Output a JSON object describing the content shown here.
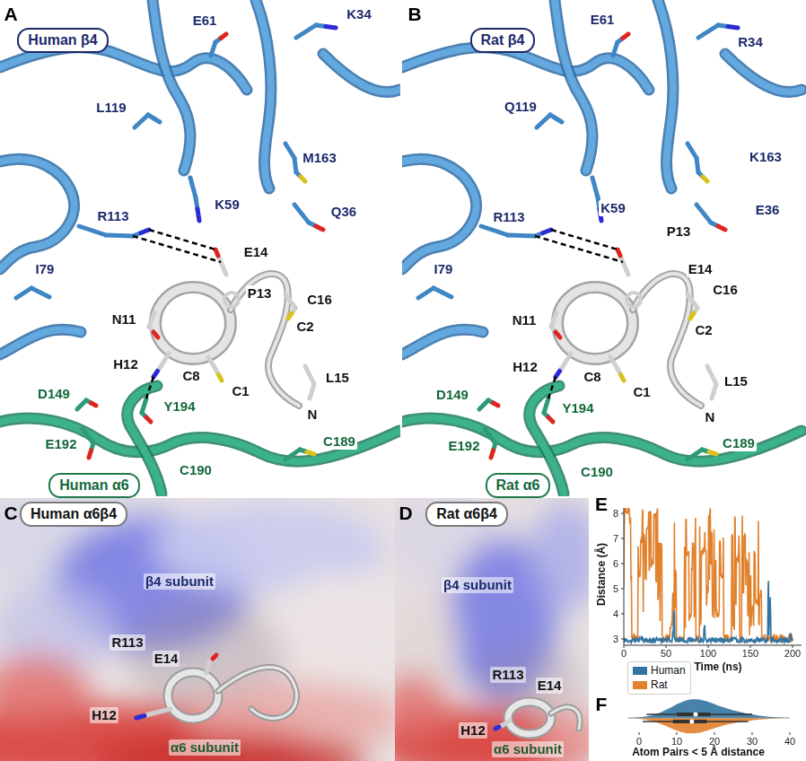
{
  "diagram": {
    "nodes": [
      {
        "text": [
          "Human β4"
        ]
      },
      {
        "text": [
          "Human α6"
        ]
      },
      {
        "text": [
          "Rat β4"
        ]
      },
      {
        "text": [
          "Rat α6"
        ]
      },
      {
        "text": [
          "Human α6β4"
        ]
      },
      {
        "text": [
          "Rat α6β4"
        ]
      }
    ],
    "labels": [
      "A",
      "E61",
      "K34",
      "L119",
      "M163",
      "Q36",
      "K59",
      "R113",
      "E14",
      "P13",
      "C16",
      "I79",
      "N11",
      "C2",
      "L15",
      "H12",
      "C8",
      "C1",
      "N",
      "D149",
      "Y194",
      "E192",
      "C189",
      "C190",
      "B",
      "E61",
      "R34",
      "Q119",
      "K163",
      "E36",
      "K59",
      "P13",
      "R113",
      "E14",
      "C16",
      "I79",
      "N11",
      "C2",
      "L15",
      "H12",
      "C8",
      "C1",
      "N",
      "D149",
      "Y194",
      "E192",
      "C189",
      "C190",
      "C",
      "β4 subunit",
      "R113",
      "E14",
      "H12",
      "α6 subunit",
      "D",
      "β4 subunit",
      "R113",
      "E14",
      "H12",
      "α6 subunit",
      "E",
      "Distance (Å)",
      "8",
      "7",
      "6",
      "5",
      "4",
      "3",
      "0",
      "50",
      "100",
      "150",
      "200",
      "Time (ns)",
      "F",
      "0",
      "10",
      "20",
      "30",
      "40",
      "Atom Pairs < 5 Å distance"
    ],
    "legend": [
      {
        "text": "Human",
        "color": "#3274a1"
      },
      {
        "text": "Rat",
        "color": "#e1812c"
      }
    ]
  }
}
